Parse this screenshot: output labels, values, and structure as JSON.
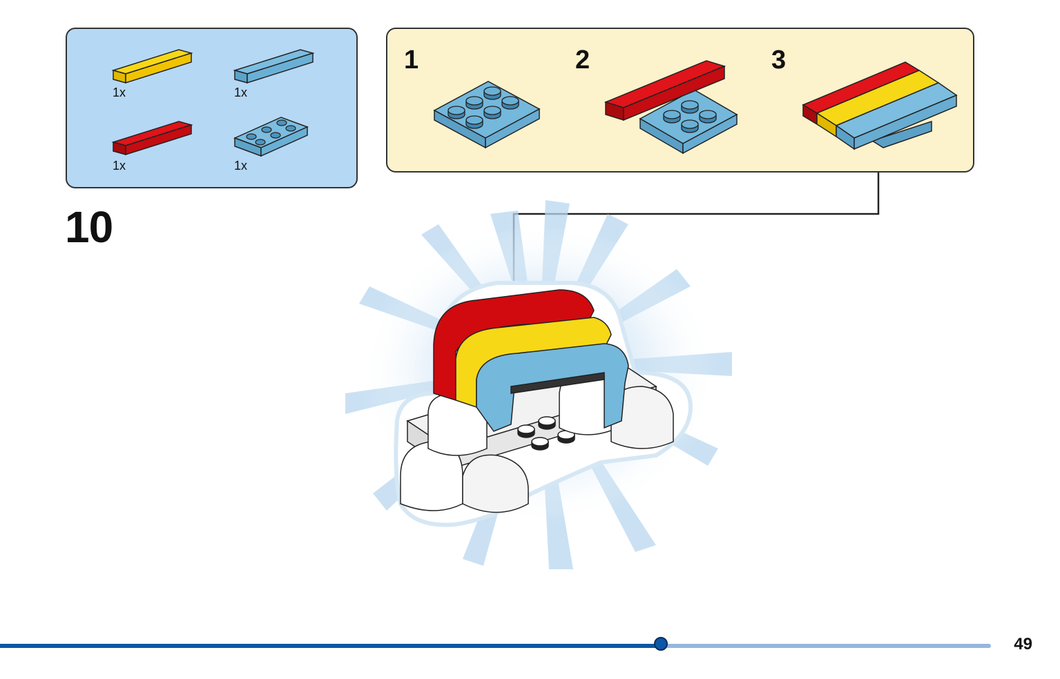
{
  "parts_list": {
    "items": [
      {
        "name": "yellow 1x4 tile",
        "quantity": "1x",
        "color": "#f7d817"
      },
      {
        "name": "light blue 1x4 tile",
        "quantity": "1x",
        "color": "#6db2d9"
      },
      {
        "name": "red 1x4 tile",
        "quantity": "1x",
        "color": "#d10a0f"
      },
      {
        "name": "light blue 2x3 plate",
        "quantity": "1x",
        "color": "#6db2d9"
      }
    ]
  },
  "substeps": [
    {
      "number": "1"
    },
    {
      "number": "2"
    },
    {
      "number": "3"
    }
  ],
  "step": {
    "number": "10"
  },
  "progress": {
    "fraction": 0.667
  },
  "page": {
    "number": "49"
  },
  "colors": {
    "parts_panel_bg": "#b5d8f4",
    "steps_panel_bg": "#fcf2cc",
    "brick_red": "#d10a0f",
    "brick_yellow": "#f7d817",
    "brick_light_blue": "#6db2d9",
    "progress_blue": "#0d57a6"
  }
}
